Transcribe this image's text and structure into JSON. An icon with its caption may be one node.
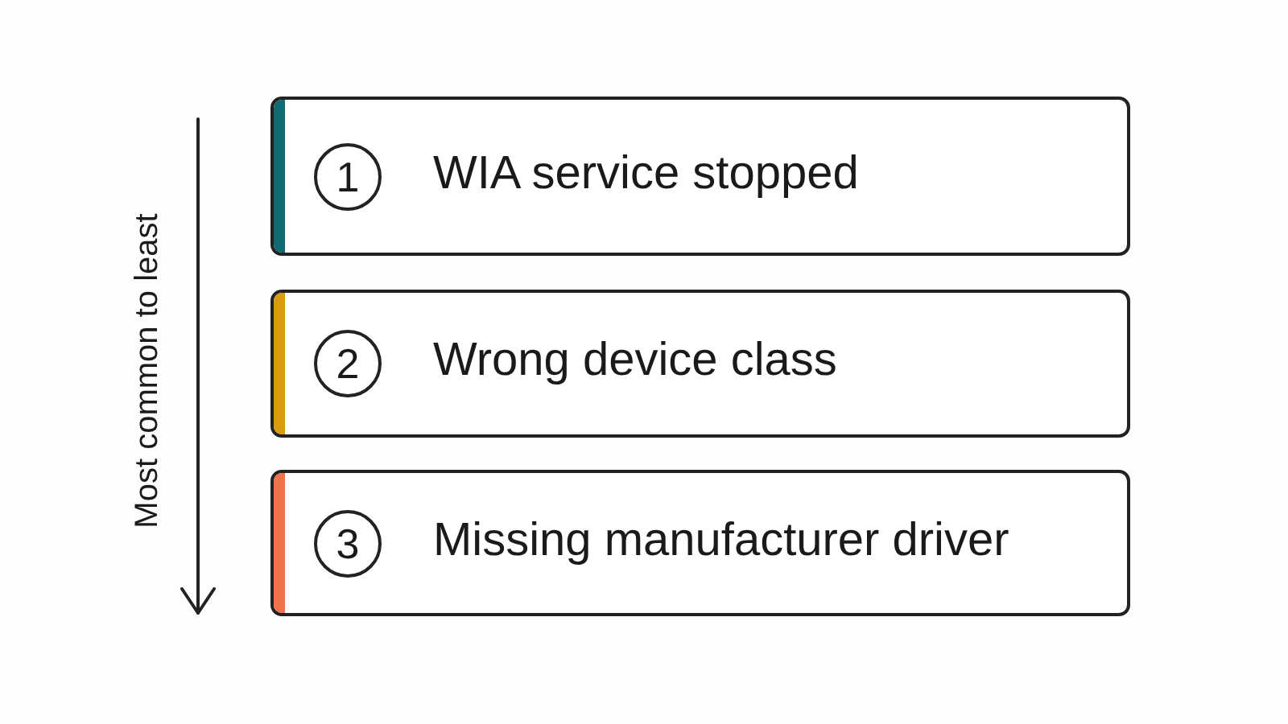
{
  "diagram": {
    "nodes": [
      {
        "text": [
          "WIA service stopped"
        ]
      },
      {
        "text": [
          "1"
        ],
        "in": 0
      },
      {
        "text": [
          "Wrong device class"
        ]
      },
      {
        "text": [
          "2"
        ],
        "in": 2
      },
      {
        "text": [
          "Missing manufacturer driver"
        ]
      },
      {
        "text": [
          "3"
        ],
        "in": 4
      }
    ],
    "labels": [
      "Most common to least"
    ]
  }
}
